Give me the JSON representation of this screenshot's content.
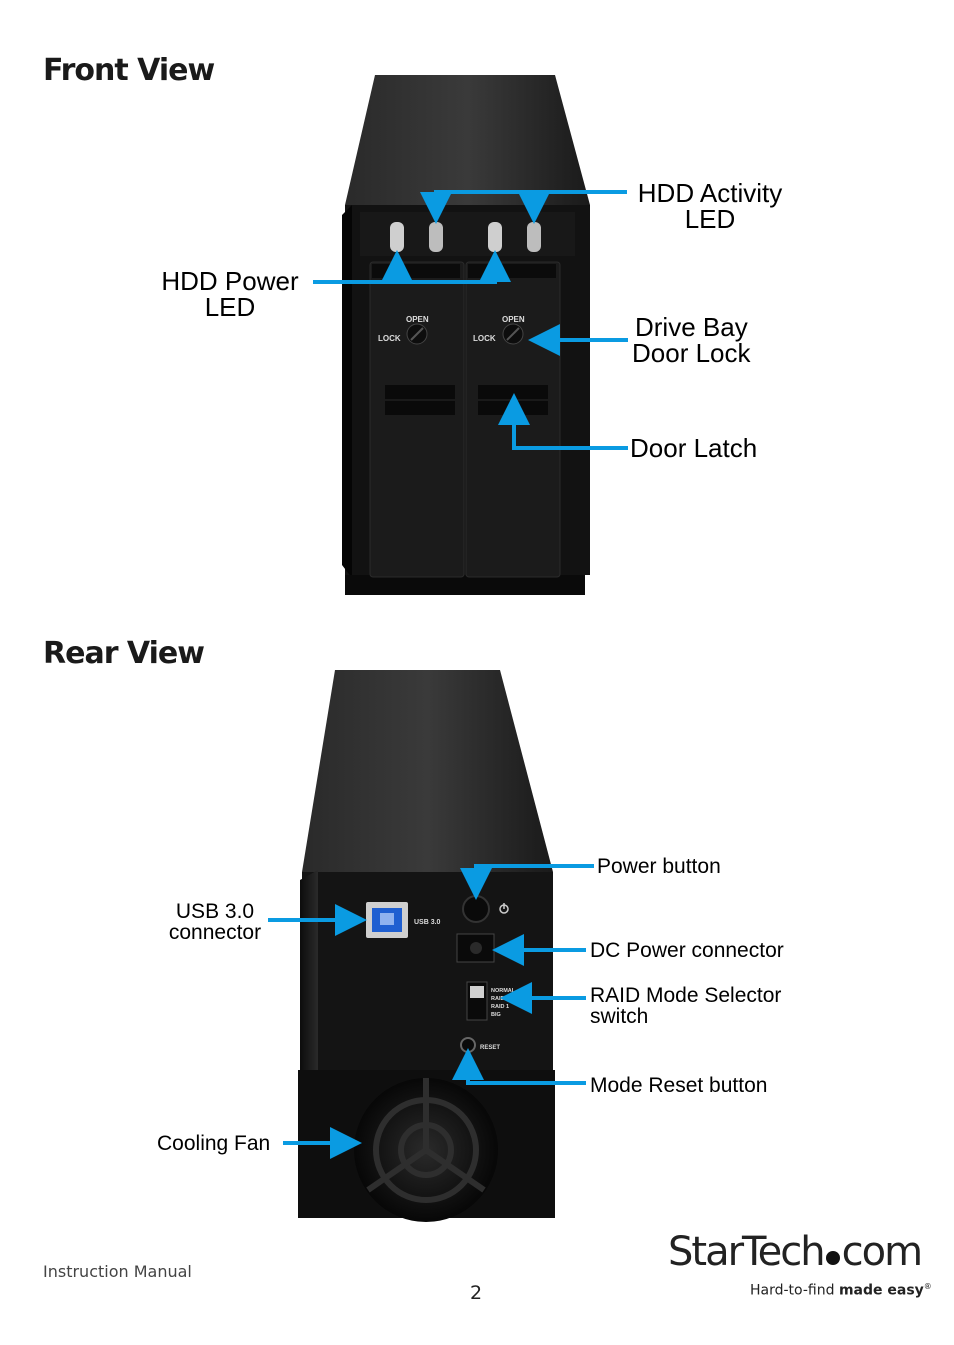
{
  "front_view": {
    "heading": "Front View",
    "labels": {
      "hdd_activity_line1": "HDD Activity",
      "hdd_activity_line2": "LED",
      "hdd_power_line1": "HDD Power",
      "hdd_power_line2": "LED",
      "drive_bay_line1": "Drive Bay",
      "drive_bay_line2": "Door Lock",
      "door_latch": "Door Latch"
    },
    "device_text": {
      "open": "OPEN",
      "lock": "LOCK"
    }
  },
  "rear_view": {
    "heading": "Rear View",
    "labels": {
      "power_button": "Power button",
      "usb_line1": "USB 3.0",
      "usb_line2": "connector",
      "dc_power": "DC Power connector",
      "raid_line1": "RAID Mode Selector",
      "raid_line2": "switch",
      "mode_reset": "Mode Reset button",
      "cooling_fan": "Cooling Fan"
    },
    "device_text": {
      "usb": "USB 3.0",
      "normal": "NORMAL",
      "raid0": "RAID 0",
      "raid1": "RAID 1",
      "big": "BIG",
      "reset": "RESET"
    }
  },
  "footer": {
    "manual": "Instruction Manual",
    "page": "2"
  },
  "logo": {
    "brand_part1": "StarTech",
    "brand_part2": "com",
    "tagline_part1": "Hard-to-find ",
    "tagline_part2": "made easy",
    "registered": "®"
  },
  "colors": {
    "arrow": "#0a9be2",
    "device_body": "#151515"
  }
}
